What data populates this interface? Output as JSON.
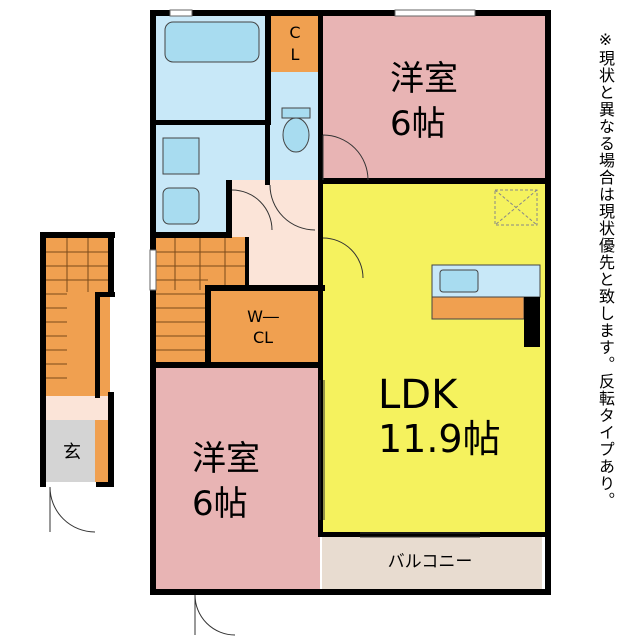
{
  "rooms": {
    "western_room_top": {
      "name": "洋室",
      "size": "6帖"
    },
    "western_room_bottom": {
      "name": "洋室",
      "size": "6帖"
    },
    "ldk": {
      "name": "LDK",
      "size": "11.9帖"
    },
    "closet_top": {
      "line1": "C",
      "line2": "L"
    },
    "walk_in_closet": {
      "line1": "W―",
      "line2": "CL"
    },
    "entrance": "玄",
    "balcony": "バルコニー"
  },
  "note": "※現状と異なる場合は現状優先と致します。反転タイプあり。",
  "colors": {
    "western_room": "#e8b4b4",
    "ldk": "#f5f25e",
    "closet": "#f0a050",
    "wet_area": "#c8e8f8",
    "hall": "#fbe4d8",
    "stairs": "#f0a050",
    "balcony": "#e8dcd0",
    "entrance": "#d4d4d4",
    "wall": "#000000"
  }
}
